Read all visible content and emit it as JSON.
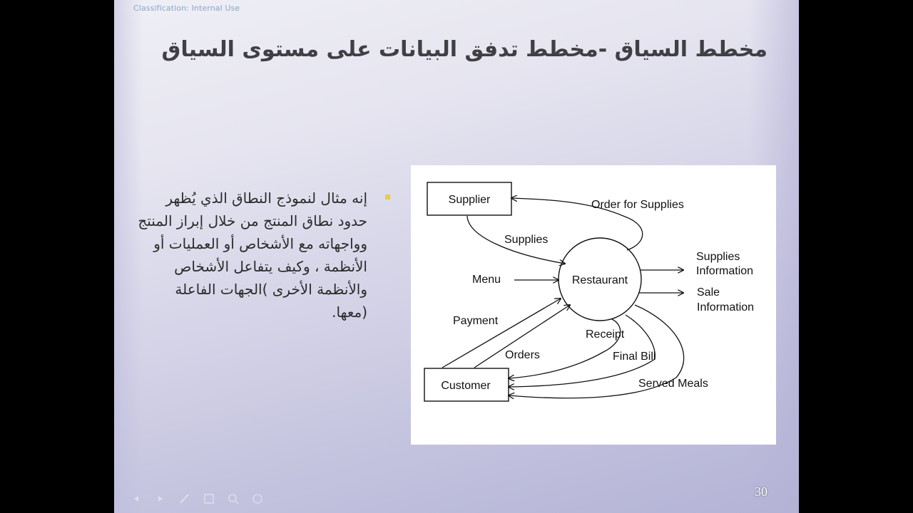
{
  "slide": {
    "classification": "Classification: Internal Use",
    "title": "مخطط السياق -مخطط تدفق البيانات على مستوى السياق",
    "bullet_text": "إنه مثال لنموذج النطاق الذي يُظهر حدود نطاق المنتج من خلال إبراز المنتج وواجهاته مع الأشخاص أو العمليات أو الأنظمة ، وكيف يتفاعل الأشخاص والأنظمة الأخرى )الجهات الفاعلة (معها.",
    "slide_number": "30",
    "bullet_color": "#e8cc3a",
    "title_color": "#3f3f44"
  },
  "diagram": {
    "type": "context-level data flow diagram",
    "process": "Restaurant",
    "entities": {
      "supplier": "Supplier",
      "customer": "Customer"
    },
    "flows": {
      "order_for_supplies": "Order for Supplies",
      "supplies": "Supplies",
      "menu": "Menu",
      "supplies_information_line1": "Supplies",
      "supplies_information_line2": "Information",
      "sale_information_line1": "Sale",
      "sale_information_line2": "Information",
      "payment": "Payment",
      "orders": "Orders",
      "receipt": "Receipt",
      "final_bill": "Final Bill",
      "served_meals": "Served Meals"
    }
  },
  "nav": {
    "icons": [
      "previous-icon",
      "next-icon",
      "pen-icon",
      "slides-grid-icon",
      "zoom-icon",
      "more-icon"
    ]
  }
}
